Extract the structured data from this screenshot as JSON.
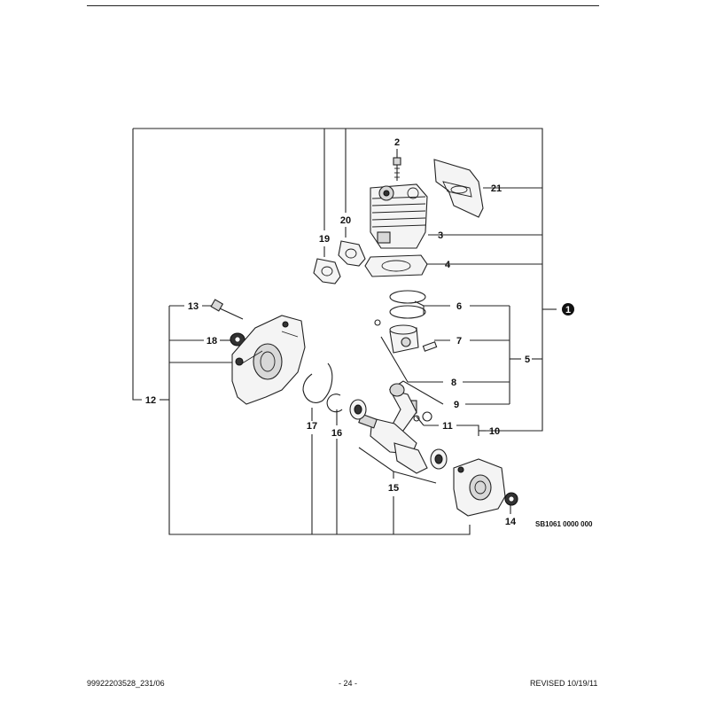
{
  "diagram": {
    "callouts": {
      "c1": "1",
      "c2": "2",
      "c3": "3",
      "c4": "4",
      "c5": "5",
      "c6": "6",
      "c7": "7",
      "c8": "8",
      "c9": "9",
      "c10": "10",
      "c11": "11",
      "c12": "12",
      "c13": "13",
      "c14": "14",
      "c15": "15",
      "c16": "16",
      "c17": "17",
      "c18": "18",
      "c19": "19",
      "c20": "20",
      "c21": "21"
    },
    "reference_code": "SB1061 0000 000"
  },
  "footer": {
    "left": "99922203528_231/06",
    "center": "- 24 -",
    "right": "REVISED 10/19/11"
  }
}
